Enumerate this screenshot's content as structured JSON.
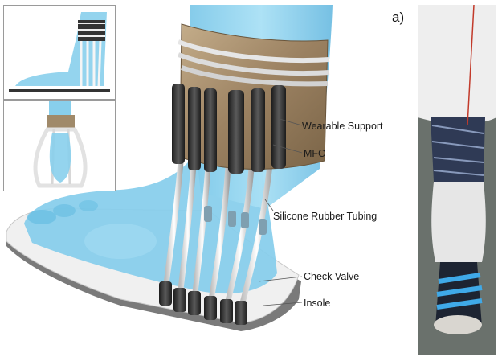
{
  "figure": {
    "panel_tag": "a)",
    "callouts": {
      "wearable_support": "Wearable Support",
      "mfc": "MFC",
      "tubing": "Silicone Rubber Tubing",
      "check_valve": "Check Valve",
      "insole": "Insole"
    },
    "colors": {
      "skin": "#8fd3ee",
      "support": "#a58d6d",
      "mfc": "#3a3a3a",
      "insole": "#e9e9e9"
    }
  }
}
